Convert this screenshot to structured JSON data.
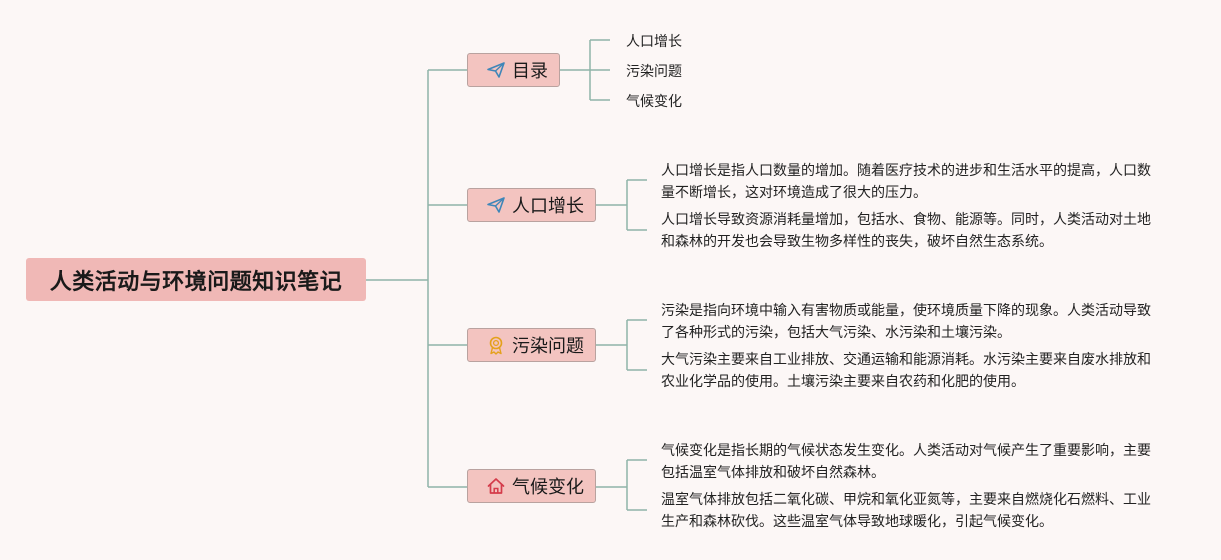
{
  "root": {
    "title": "人类活动与环境问题知识笔记"
  },
  "colors": {
    "connector": "#8fb4a8",
    "root_fill": "#f0b8b6",
    "branch_fill": "#f3c4c0",
    "branch_border": "#b9a29f",
    "background": "#fcf7f6"
  },
  "branches": [
    {
      "label": "目录",
      "icon": "paper-plane-icon",
      "leaves": [
        "人口增长",
        "污染问题",
        "气候变化"
      ]
    },
    {
      "label": "人口增长",
      "icon": "paper-plane-icon",
      "paragraphs": [
        "人口增长是指人口数量的增加。随着医疗技术的进步和生活水平的提高，人口数量不断增长，这对环境造成了很大的压力。",
        "人口增长导致资源消耗量增加，包括水、食物、能源等。同时，人类活动对土地和森林的开发也会导致生物多样性的丧失，破坏自然生态系统。"
      ]
    },
    {
      "label": "污染问题",
      "icon": "award-ribbon-icon",
      "paragraphs": [
        "污染是指向环境中输入有害物质或能量，使环境质量下降的现象。人类活动导致了各种形式的污染，包括大气污染、水污染和土壤污染。",
        "大气污染主要来自工业排放、交通运输和能源消耗。水污染主要来自废水排放和农业化学品的使用。土壤污染主要来自农药和化肥的使用。"
      ]
    },
    {
      "label": "气候变化",
      "icon": "home-icon",
      "paragraphs": [
        "气候变化是指长期的气候状态发生变化。人类活动对气候产生了重要影响，主要包括温室气体排放和破坏自然森林。",
        "温室气体排放包括二氧化碳、甲烷和氧化亚氮等，主要来自燃烧化石燃料、工业生产和森林砍伐。这些温室气体导致地球暖化，引起气候变化。"
      ]
    }
  ]
}
